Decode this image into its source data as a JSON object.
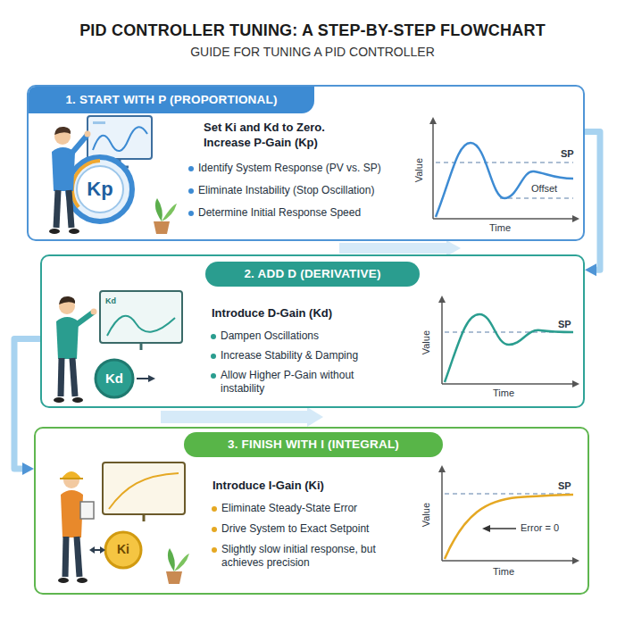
{
  "diagram": {
    "title": "PID CONTROLLER TUNING: A STEP-BY-STEP FLOWCHART",
    "nodes": [
      {
        "text": [
          "1. START WITH P (PROPORTIONAL)",
          "Set Ki and Kd to Zero. Increase P-Gain (Kp)",
          "Identify System Response (PV vs. SP)",
          "Eliminate Instability (Stop Oscillation)",
          "Determine Initial Response Speed"
        ]
      },
      {
        "text": [
          "2. ADD D (DERIVATIVE)",
          "Introduce D-Gain (Kd)",
          "Dampen Oscillations",
          "Increase Stability & Damping",
          "Allow Higher P-Gain without instability"
        ]
      },
      {
        "text": [
          "3. FINISH WITH I (INTEGRAL)",
          "Introduce I-Gain (Ki)",
          "Eliminate Steady-State Error",
          "Drive System to Exact Setpoint",
          "Slightly slow initial response, but achieves precision"
        ]
      }
    ],
    "edges": [
      {
        "from": 0,
        "to": 1,
        "arrow": "to"
      },
      {
        "from": 1,
        "to": 2,
        "arrow": "to"
      }
    ],
    "labels": [
      "GUIDE FOR TUNING A PID CONTROLLER",
      "Kp",
      "Value",
      "Time",
      "SP",
      "Offset",
      "Kd",
      "Kd",
      "Value",
      "Time",
      "SP",
      "Ki",
      "Value",
      "Time",
      "SP",
      "Error = 0"
    ]
  }
}
